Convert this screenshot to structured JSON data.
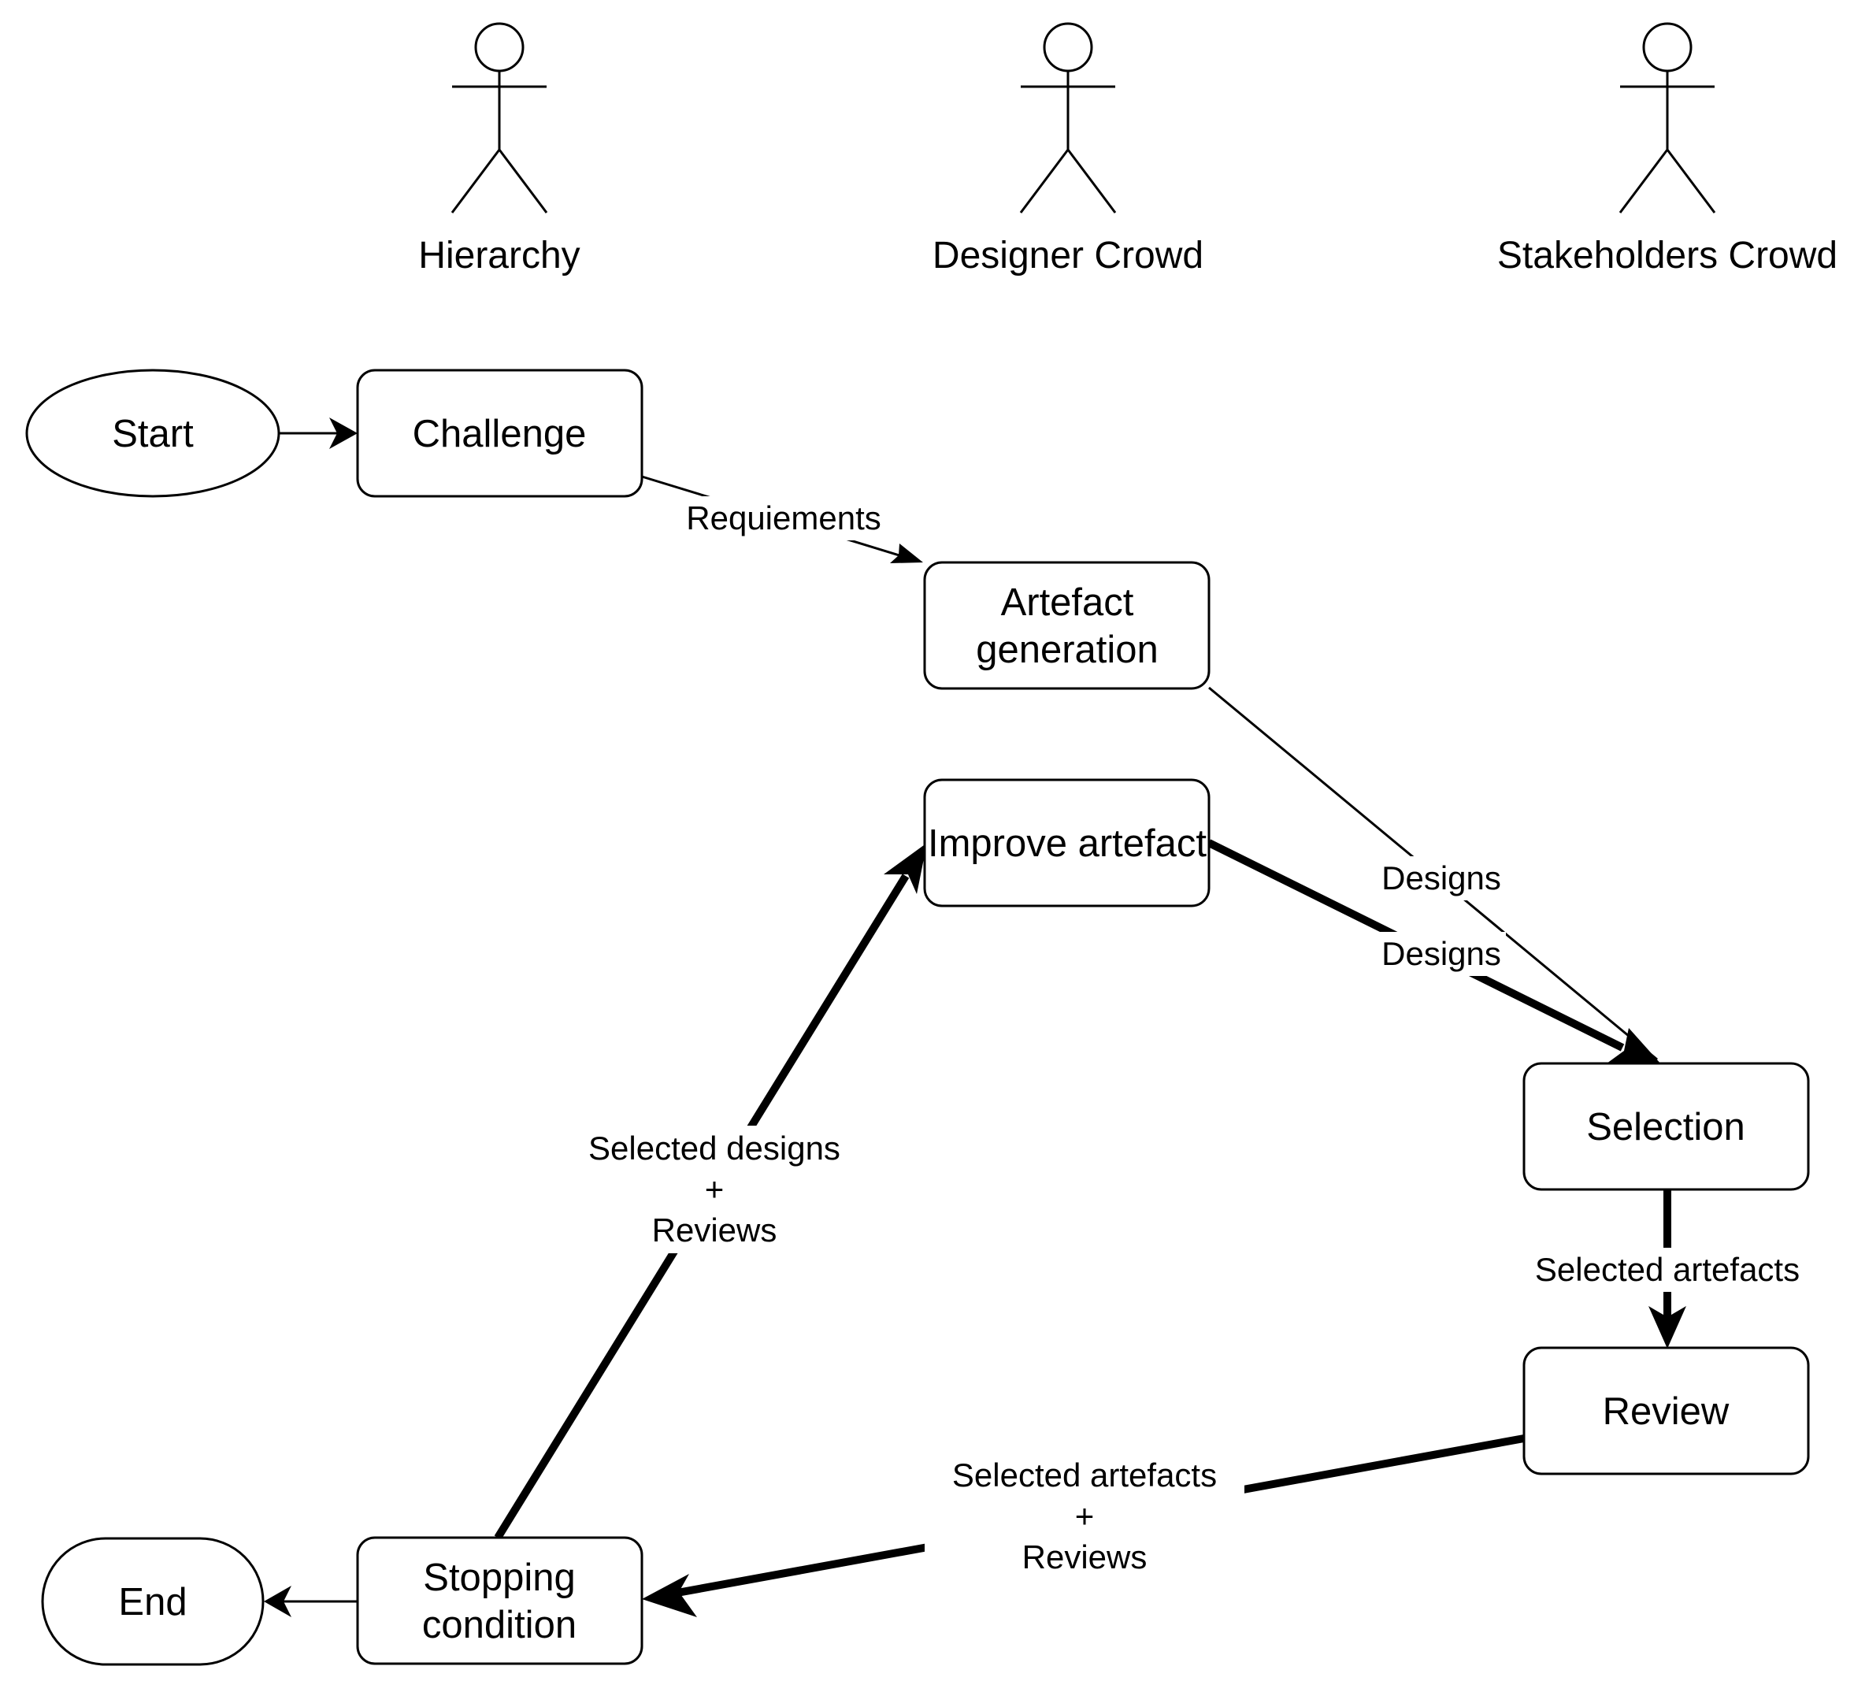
{
  "actors": [
    {
      "id": "hierarchy",
      "label": "Hierarchy"
    },
    {
      "id": "designer-crowd",
      "label": "Designer Crowd"
    },
    {
      "id": "stakeholders-crowd",
      "label": "Stakeholders Crowd"
    }
  ],
  "nodes": {
    "start": {
      "lines": [
        "Start"
      ]
    },
    "challenge": {
      "lines": [
        "Challenge"
      ]
    },
    "artefact_generation": {
      "lines": [
        "Artefact",
        "generation"
      ]
    },
    "improve_artefact": {
      "lines": [
        "Improve artefact"
      ]
    },
    "selection": {
      "lines": [
        "Selection"
      ]
    },
    "review": {
      "lines": [
        "Review"
      ]
    },
    "stopping_condition": {
      "lines": [
        "Stopping",
        "condition"
      ]
    },
    "end": {
      "lines": [
        "End"
      ]
    }
  },
  "edges": {
    "start_to_challenge": {
      "label": []
    },
    "challenge_to_generation": {
      "label": [
        "Requiements"
      ]
    },
    "generation_to_selection": {
      "label": [
        "Designs"
      ]
    },
    "improve_to_selection": {
      "label": [
        "Designs"
      ]
    },
    "selection_to_review": {
      "label": [
        "Selected artefacts"
      ]
    },
    "review_to_stopping": {
      "label": [
        "Selected artefacts",
        "+",
        "Reviews"
      ]
    },
    "stopping_to_improve": {
      "label": [
        "Selected designs",
        "+",
        "Reviews"
      ]
    },
    "stopping_to_end": {
      "label": []
    }
  }
}
